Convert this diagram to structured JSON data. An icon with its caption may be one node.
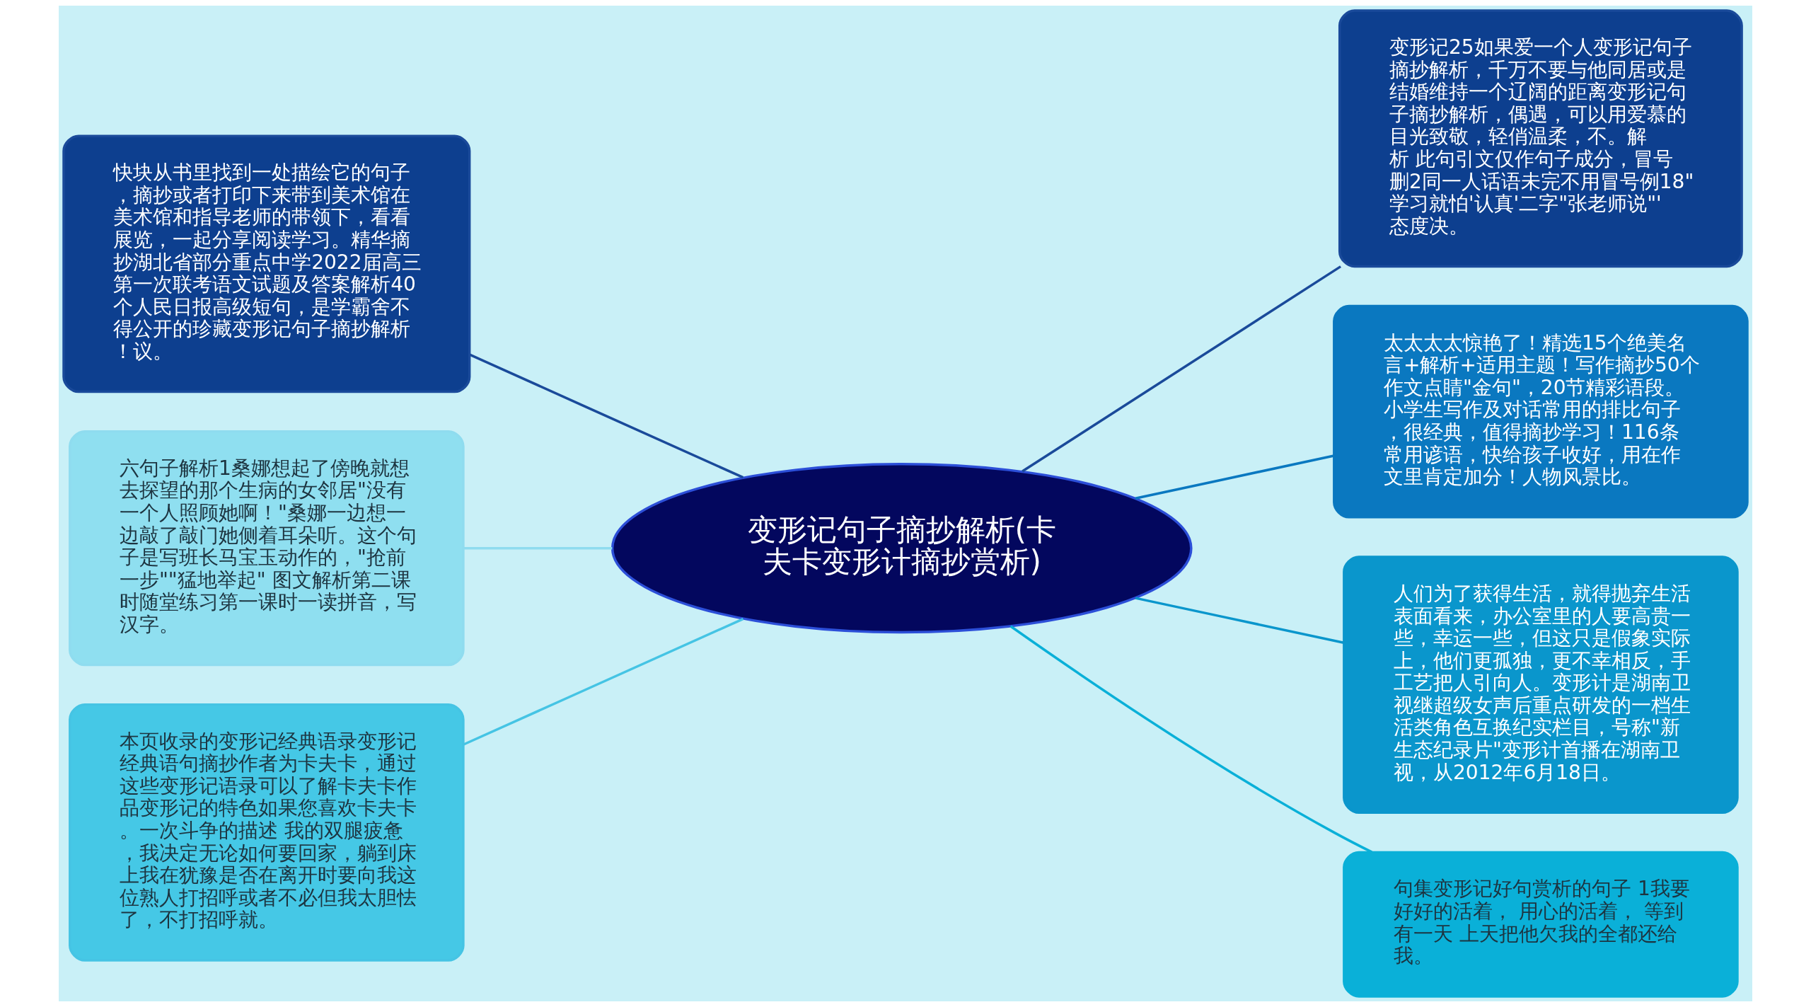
{
  "diagram": {
    "nodes": [
      {
        "text": [
          "变形记句子摘抄解析(卡夫卡变形计摘抄赏析)"
        ]
      },
      {
        "text": [
          "快块从书里找到一处描绘它的句子，摘抄或者打印下来带到美术馆在美术馆和指导老师的带领下，看看展览，一起分享阅读学习。精华摘抄湖北省部分重点中学2022届高三第一次联考语文试题及答案解析40个人民日报高级短句，是学霸舍不得公开的珍藏变形记句子摘抄解析！议。"
        ]
      },
      {
        "text": [
          "六句子解析1桑娜想起了傍晚就想去探望的那个生病的女邻居\"没有一个人照顾她啊！\"桑娜一边想一边敲了敲门她侧着耳朵听。这个句子是写班长马宝玉动作的，\"抢前一步\"\"猛地举起\" 图文解析第二课时随堂练习第一课时一读拼音，写汉字。"
        ]
      },
      {
        "text": [
          "本页收录的变形记经典语录变形记经典语句摘抄作者为卡夫卡，通过这些变形记语录可以了解卡夫卡作品变形记的特色如果您喜欢卡夫卡。一次斗争的描述 我的双腿疲惫，我决定无论如何要回家，躺到床上我在犹豫是否在离开时要向我这位熟人打招呼或者不必但我太胆怯了，不打招呼就。"
        ]
      },
      {
        "text": [
          "变形记25如果爱一个人变形记句子摘抄解析，千万不要与他同居或是结婚维持一个辽阔的距离变形记句子摘抄解析，偶遇，可以用爱慕的目光致敬，轻俏温柔，不。解析 此句引文仅作句子成分，冒号删2同一人话语未完不用冒号例18\"学习就怕'认真'二字\"张老师说\"'态度决。"
        ]
      },
      {
        "text": [
          "太太太太惊艳了！精选15个绝美名言+解析+适用主题！写作摘抄50个作文点睛\"金句\"，20节精彩语段。小学生写作及对话常用的排比句子，很经典，值得摘抄学习！116条常用谚语，快给孩子收好，用在作文里肯定加分！人物风景比。"
        ]
      },
      {
        "text": [
          "人们为了获得生活，就得抛弃生活表面看来，办公室里的人要高贵一些，幸运一些，但这只是假象实际上，他们更孤独，更不幸相反，手工艺把人引向人。变形计是湖南卫视继超级女声后重点研发的一档生活类角色互换纪实栏目，号称\"新生态纪录片\"变形计首播在湖南卫视，从2012年6月18日。"
        ]
      },
      {
        "text": [
          "句集变形记好句赏析的句子 1我要好好的活着， 用心的活着， 等到有一天 上天把他欠我的全都还给我。"
        ]
      }
    ],
    "edges": [
      {
        "from": 1,
        "to": 0,
        "arrow": "none",
        "color": "#1a4a9a"
      },
      {
        "from": 2,
        "to": 0,
        "arrow": "none",
        "color": "#8fdcef"
      },
      {
        "from": 3,
        "to": 0,
        "arrow": "none",
        "color": "#45c4e4"
      },
      {
        "from": 0,
        "to": 4,
        "arrow": "none",
        "color": "#1a4a9a"
      },
      {
        "from": 0,
        "to": 5,
        "arrow": "none",
        "color": "#0a78c0"
      },
      {
        "from": 0,
        "to": 6,
        "arrow": "none",
        "color": "#0a96cc"
      },
      {
        "from": 0,
        "to": 7,
        "arrow": "none",
        "color": "#0ab0d8"
      }
    ]
  }
}
